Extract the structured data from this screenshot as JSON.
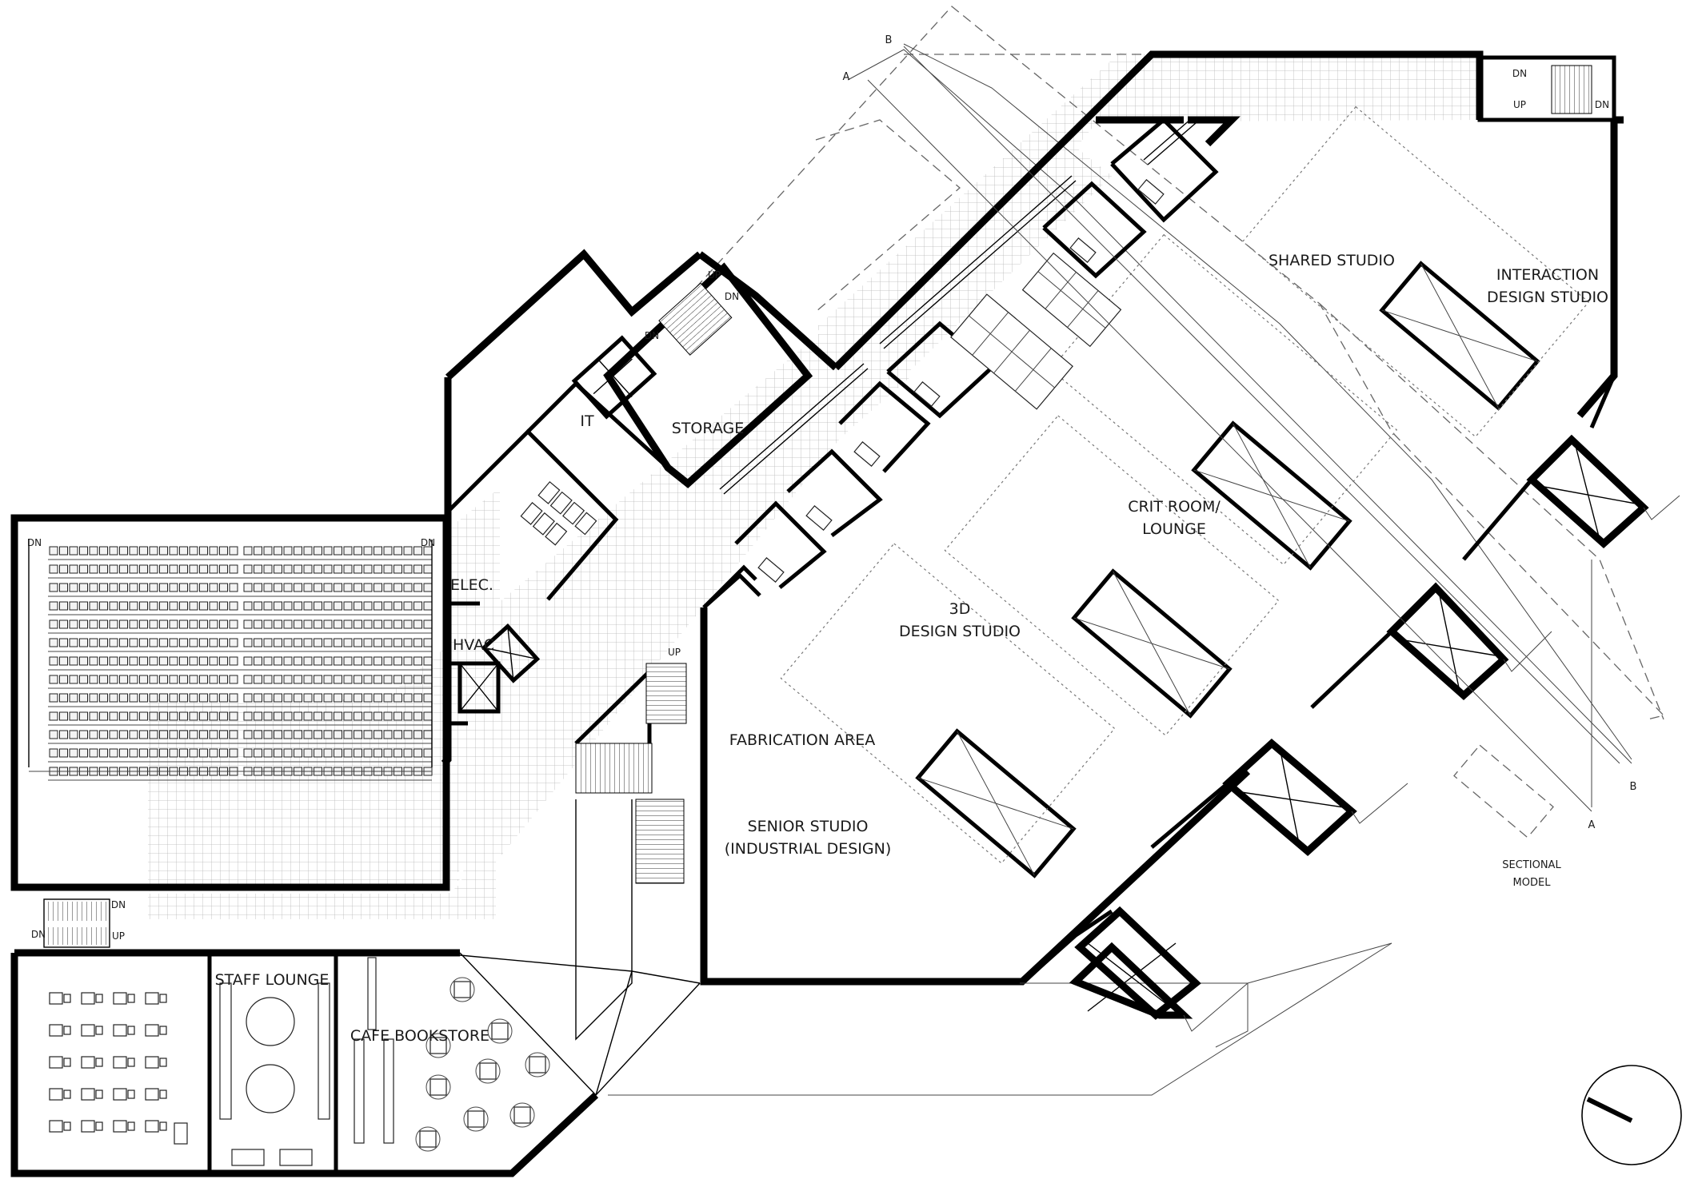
{
  "rooms": {
    "shared_studio": "SHARED STUDIO",
    "interaction_1": "INTERACTION",
    "interaction_2": "DESIGN STUDIO",
    "storage": "STORAGE",
    "it": "IT",
    "elec": "ELEC.",
    "hvac": "HVAC",
    "crit_1": "CRIT ROOM/",
    "crit_2": "LOUNGE",
    "design3d_1": "3D",
    "design3d_2": "DESIGN STUDIO",
    "fabrication": "FABRICATION AREA",
    "senior_1": "SENIOR STUDIO",
    "senior_2": "(INDUSTRIAL DESIGN)",
    "staff_lounge": "STAFF LOUNGE",
    "cafe": "CAFE BOOKSTORE"
  },
  "annotations": {
    "sectional_1": "SECTIONAL",
    "sectional_2": "MODEL",
    "section_a": "A",
    "section_b": "B"
  },
  "stair_labels": {
    "up": "UP",
    "dn": "DN"
  },
  "icons": [
    "north-arrow-icon",
    "section-marker-icon",
    "stair-icon",
    "elevator-icon",
    "door-icon"
  ]
}
